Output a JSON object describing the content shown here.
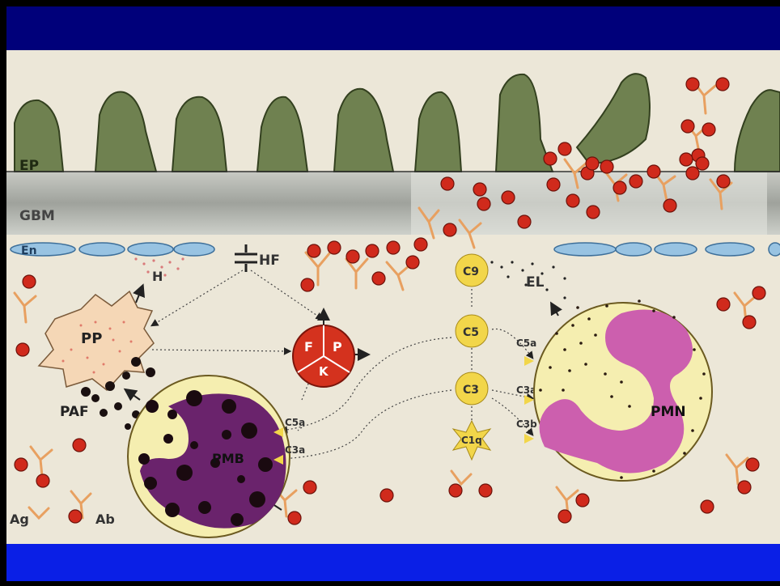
{
  "layers": {
    "ep": "EP",
    "gbm": "GBM",
    "en": "En"
  },
  "mediators": {
    "h": "H",
    "hf": "HF",
    "el": "EL",
    "paf": "PAF"
  },
  "cells": {
    "pp": "PP",
    "pmb": "PMB",
    "pmn": "PMN"
  },
  "kinin": {
    "f": "F",
    "p": "P",
    "k": "K"
  },
  "complement": {
    "c9": "C9",
    "c5": "C5",
    "c3": "C3",
    "c1q": "C1q"
  },
  "fragments": {
    "c5a_left": "C5a",
    "c3a_left": "C3a",
    "c5a_right": "C5a",
    "c3a_right": "C3a",
    "c3b_right": "C3b"
  },
  "legend": {
    "ag": "Ag",
    "ab": "Ab"
  },
  "colors": {
    "title_bar": "#00007a",
    "bottom_bar": "#0a1fe6",
    "background": "#ece7d8",
    "epithelium": "#6f8150",
    "gbm": "#b4b6b0",
    "endothelium": "#98c3e2",
    "antigen": "#d02a1c",
    "antibody": "#e8a060",
    "complement": "#f2d64a",
    "basophil": "#6a236c",
    "neutrophil": "#cc5fae",
    "kinin_system": "#d4321e"
  }
}
